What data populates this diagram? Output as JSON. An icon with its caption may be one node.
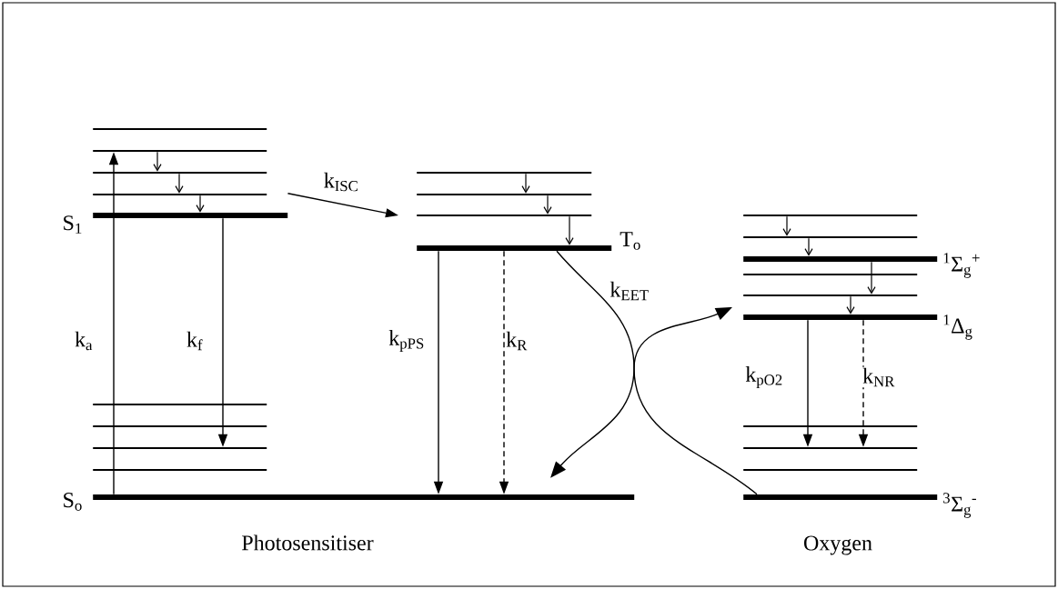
{
  "diagram": {
    "nodes": [
      {
        "text": [],
        "shape": "bar"
      },
      {
        "text": [],
        "shape": "bar"
      },
      {
        "text": [],
        "shape": "bar"
      },
      {
        "text": [],
        "shape": "bar"
      },
      {
        "text": [],
        "shape": "bar",
        "beside": [
          "S$_{1}$"
        ]
      },
      {
        "text": [],
        "shape": "bar"
      },
      {
        "text": [],
        "shape": "bar"
      },
      {
        "text": [],
        "shape": "bar"
      },
      {
        "text": [],
        "shape": "bar"
      },
      {
        "text": [],
        "shape": "bar",
        "beside": [
          "S$_{o}$"
        ]
      },
      {
        "text": [],
        "shape": "bar"
      },
      {
        "text": [],
        "shape": "bar"
      },
      {
        "text": [],
        "shape": "bar"
      },
      {
        "text": [],
        "shape": "bar",
        "beside": [
          "T$_{o}$"
        ]
      },
      {
        "text": [],
        "shape": "bar"
      },
      {
        "text": [],
        "shape": "bar"
      },
      {
        "text": [],
        "shape": "bar",
        "beside": [
          "$^{1}$Σ$_{g}$$^{+}$"
        ]
      },
      {
        "text": [],
        "shape": "bar"
      },
      {
        "text": [],
        "shape": "bar"
      },
      {
        "text": [],
        "shape": "bar",
        "beside": [
          "$^{1}$Δ$_{g}$"
        ]
      },
      {
        "text": [],
        "shape": "bar"
      },
      {
        "text": [],
        "shape": "bar"
      },
      {
        "text": [],
        "shape": "bar"
      },
      {
        "text": [],
        "shape": "bar",
        "beside": [
          "$^{3}$Σ$_{g}$$^{-}$"
        ]
      }
    ],
    "edges": [
      {
        "from": 9,
        "to": 1,
        "arrow": "to",
        "label": "k$_{a}$"
      },
      {
        "from": 1,
        "to": 2,
        "arrow": "to"
      },
      {
        "from": 2,
        "to": 3,
        "arrow": "to"
      },
      {
        "from": 3,
        "to": 4,
        "arrow": "to"
      },
      {
        "from": 4,
        "to": 7,
        "arrow": "to",
        "label": "k$_{f}$"
      },
      {
        "from": 4,
        "to": 12,
        "arrow": "to",
        "label": "k$_{ISC}$"
      },
      {
        "from": 10,
        "to": 11,
        "arrow": "to"
      },
      {
        "from": 11,
        "to": 12,
        "arrow": "to"
      },
      {
        "from": 12,
        "to": 13,
        "arrow": "to"
      },
      {
        "from": 13,
        "to": 9,
        "arrow": "to",
        "label": "k$_{pPS}$"
      },
      {
        "from": 13,
        "to": 9,
        "arrow": "to",
        "label": "k$_{R}$",
        "style": "dashed"
      },
      {
        "from": 13,
        "to": 9,
        "arrow": "to"
      },
      {
        "from": 23,
        "to": 19,
        "arrow": "to",
        "label": "k$_{EET}$"
      },
      {
        "from": 14,
        "to": 15,
        "arrow": "to"
      },
      {
        "from": 15,
        "to": 16,
        "arrow": "to"
      },
      {
        "from": 16,
        "to": 18,
        "arrow": "to"
      },
      {
        "from": 18,
        "to": 19,
        "arrow": "to"
      },
      {
        "from": 19,
        "to": 21,
        "arrow": "to",
        "label": "k$_{pO2}$"
      },
      {
        "from": 19,
        "to": 21,
        "arrow": "to",
        "label": "k$_{NR}$",
        "style": "dashed"
      }
    ],
    "labels": [
      "Photosensitiser",
      "Oxygen"
    ]
  }
}
